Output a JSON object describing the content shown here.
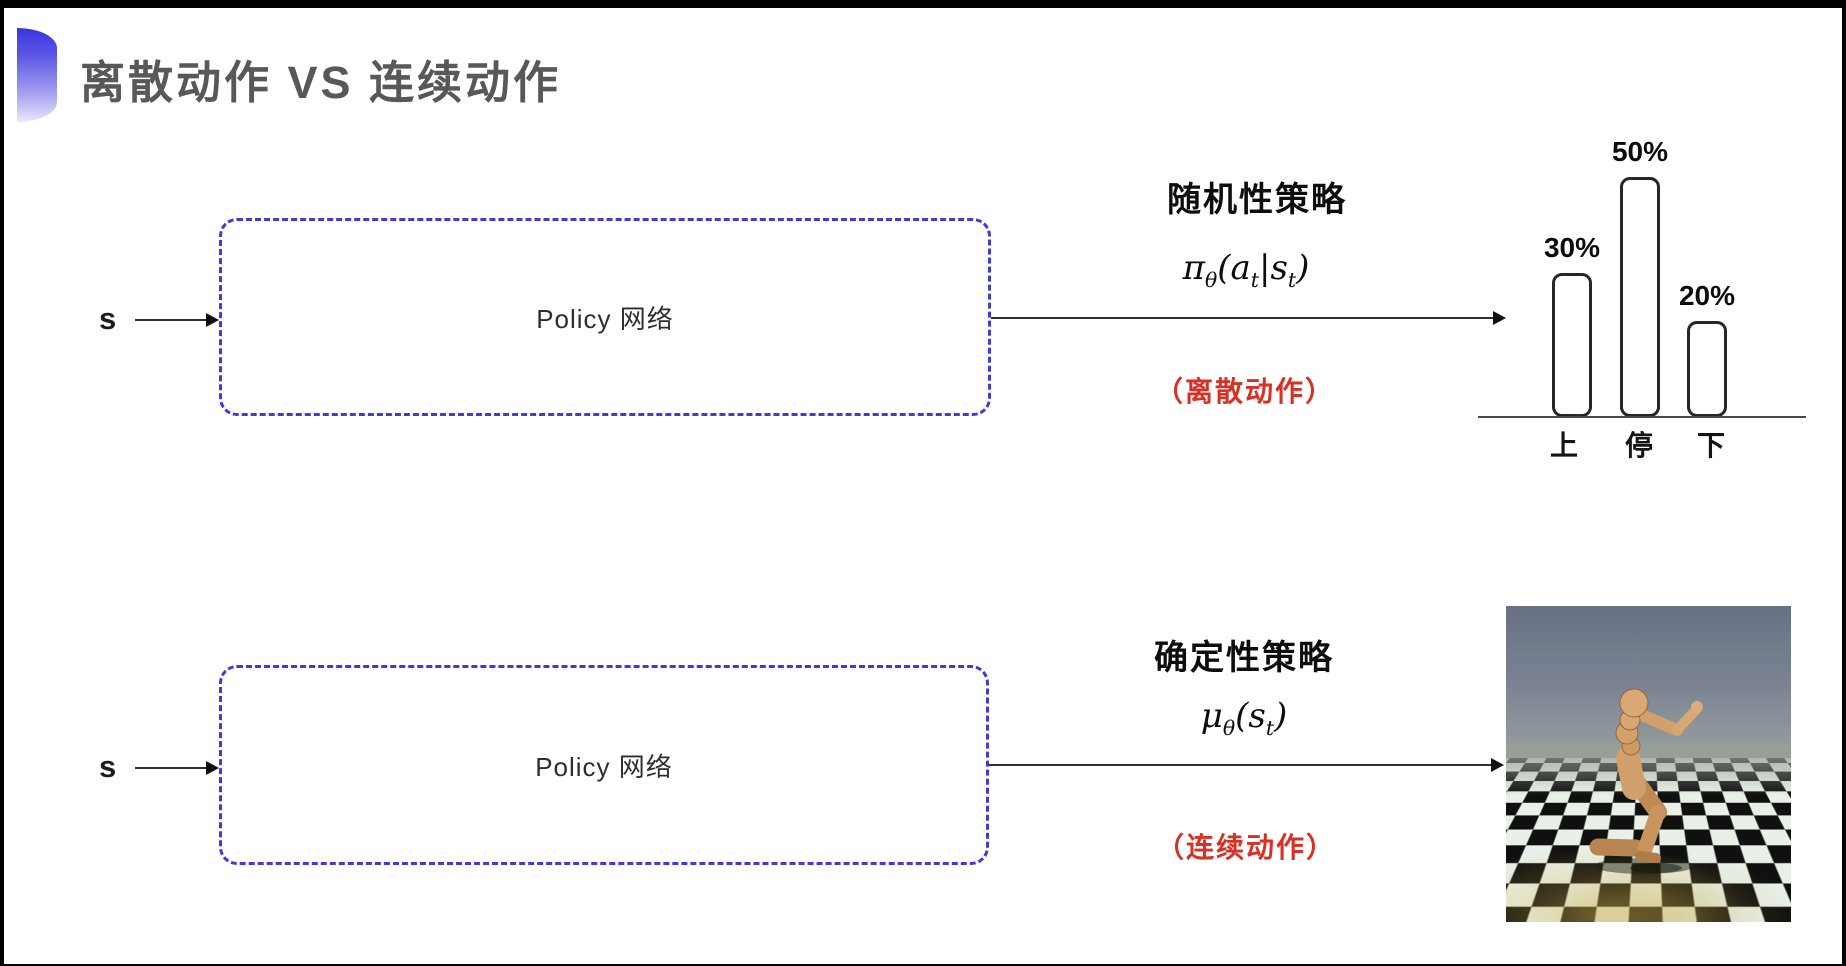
{
  "slide": {
    "title": "离散动作 VS 连续动作"
  },
  "top_row": {
    "input_label": "s",
    "box_label": "Policy 网络",
    "policy_title": "随机性策略",
    "formula": {
      "p1": "π",
      "p1s": "θ",
      "p2": "(a",
      "p2s": "t",
      "p3": "|s",
      "p3s": "t",
      "p4": ")"
    },
    "action_type": "（离散动作）"
  },
  "bottom_row": {
    "input_label": "s",
    "box_label": "Policy 网络",
    "policy_title": "确定性策略",
    "formula": {
      "p1": "μ",
      "p1s": "θ",
      "p2": "(s",
      "p2s": "t",
      "p3": ")"
    },
    "action_type": "（连续动作）"
  },
  "chart_data": {
    "type": "bar",
    "categories": [
      "上",
      "停",
      "下"
    ],
    "values": [
      30,
      50,
      20
    ],
    "labels": [
      "30%",
      "50%",
      "20%"
    ],
    "title": "",
    "xlabel": "",
    "ylabel": "",
    "ylim": [
      0,
      60
    ],
    "grid": false,
    "legend": false
  },
  "colors": {
    "box_dash_blue": "#3e3ade",
    "action_type_red": "#d93025",
    "title_gray": "#585858",
    "line_dark": "#2e2e2e"
  }
}
